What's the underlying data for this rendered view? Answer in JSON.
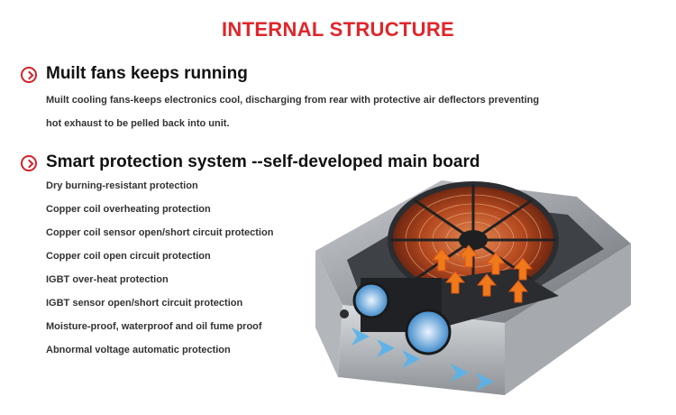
{
  "title": "INTERNAL STRUCTURE",
  "section1": {
    "heading": "Muilt fans keeps running",
    "line1": "Muilt cooling fans-keeps electronics cool, discharging from rear with protective air deflectors preventing",
    "line2": "hot exhaust to be pelled back into unit."
  },
  "section2": {
    "heading": "Smart protection system --self-developed main board",
    "items": [
      "Dry burning-resistant protection",
      "Copper coil overheating protection",
      "Copper coil sensor open/short circuit protection",
      "Copper coil open circuit protection",
      "IGBT over-heat protection",
      "IGBT sensor open/short circuit protection",
      "Moisture-proof, waterproof and oil fume proof",
      "Abnormal voltage automatic protection"
    ]
  },
  "colors": {
    "accent": "#e0262b",
    "heading": "#111111",
    "text": "#333333"
  },
  "icons": [
    "chevron-right-circle-icon"
  ]
}
